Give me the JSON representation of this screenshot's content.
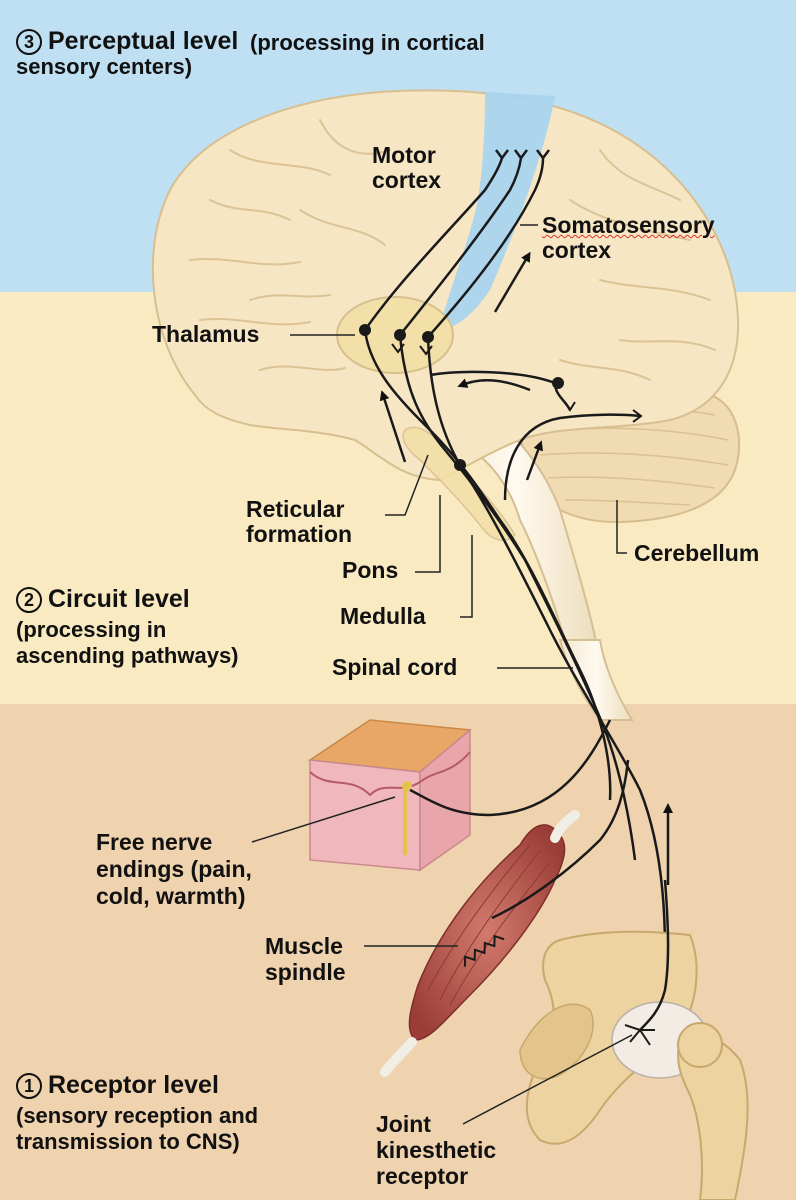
{
  "levels": {
    "perceptual": {
      "number": "3",
      "title": "Perceptual level",
      "desc_line1": "(processing in cortical",
      "desc_line2": "sensory centers)"
    },
    "circuit": {
      "number": "2",
      "title": "Circuit level",
      "desc_line1": "(processing in",
      "desc_line2": "ascending pathways)"
    },
    "receptor": {
      "number": "1",
      "title": "Receptor level",
      "desc_line1": "(sensory reception and",
      "desc_line2": "transmission to CNS)"
    }
  },
  "labels": {
    "motor_cortex": [
      "Motor",
      "cortex"
    ],
    "somatosensory_cortex": [
      "Somatosensory",
      "cortex"
    ],
    "thalamus": "Thalamus",
    "reticular_formation": [
      "Reticular",
      "formation"
    ],
    "pons": "Pons",
    "medulla": "Medulla",
    "cerebellum": "Cerebellum",
    "spinal_cord": "Spinal cord",
    "free_nerve_endings": [
      "Free nerve",
      "endings (pain,",
      "cold, warmth)"
    ],
    "muscle_spindle": [
      "Muscle",
      "spindle"
    ],
    "joint_receptor": [
      "Joint",
      "kinesthetic",
      "receptor"
    ]
  },
  "colors": {
    "perceptual_band": "#bfe0f3",
    "circuit_band": "#f9eac2",
    "receptor_band": "#efd2ae",
    "brain": "#f6e6c4",
    "motor_strip": "#a9d4ee",
    "cerebellum": "#f0dbb2",
    "muscle": "#b8544c",
    "bone": "#ecd3a0",
    "skin": "#f0b8bc"
  }
}
